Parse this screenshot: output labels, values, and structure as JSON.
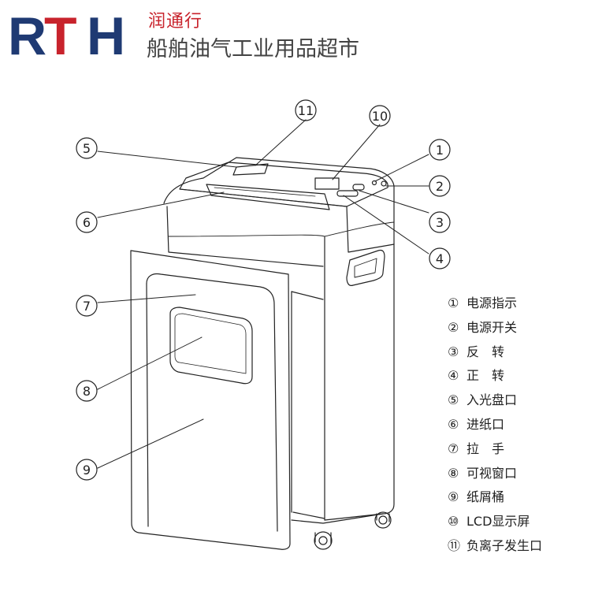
{
  "logo": {
    "letters": [
      "R",
      "T",
      "H"
    ],
    "brand_cn": "润通行",
    "tagline": "船舶油气工业用品超市",
    "colors": {
      "primary": "#1f3a73",
      "accent": "#c8232c",
      "tagline": "#444444"
    }
  },
  "diagram": {
    "subject": "paper shredder",
    "line_color": "#222222",
    "callouts": [
      {
        "number": "1",
        "marker": "①",
        "label": "电源指示"
      },
      {
        "number": "2",
        "marker": "②",
        "label": "电源开关"
      },
      {
        "number": "3",
        "marker": "③",
        "label": "反　转"
      },
      {
        "number": "4",
        "marker": "④",
        "label": "正　转"
      },
      {
        "number": "5",
        "marker": "⑤",
        "label": "入光盘口"
      },
      {
        "number": "6",
        "marker": "⑥",
        "label": "进纸口"
      },
      {
        "number": "7",
        "marker": "⑦",
        "label": "拉　手"
      },
      {
        "number": "8",
        "marker": "⑧",
        "label": "可视窗口"
      },
      {
        "number": "9",
        "marker": "⑨",
        "label": "纸屑桶"
      },
      {
        "number": "10",
        "marker": "⑩",
        "label": "LCD显示屏"
      },
      {
        "number": "11",
        "marker": "⑪",
        "label": "负离子发生口"
      }
    ]
  }
}
